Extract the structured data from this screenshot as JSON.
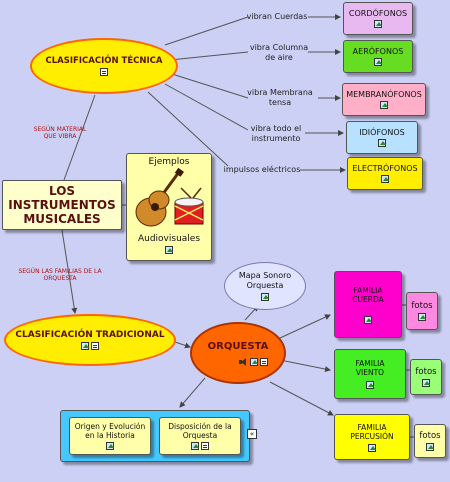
{
  "main": {
    "title": "LOS INSTRUMENTOS MUSICALES"
  },
  "tecnica": {
    "title": "CLASIFICACIÓN TÉCNICA",
    "link_label": "SEGÚN MATERIAL QUE VIBRA",
    "branches": [
      {
        "label": "vibran Cuerdas",
        "node": "CORDÓFONOS"
      },
      {
        "label": "vibra Columna de aire",
        "node": "AERÓFONOS"
      },
      {
        "label": "vibra Membrana tensa",
        "node": "MEMBRANÓFONOS"
      },
      {
        "label": "vibra todo el instrumento",
        "node": "IDIÓFONOS"
      },
      {
        "label": "impulsos eléctricos",
        "node": "ELECTRÓFONOS"
      }
    ]
  },
  "ejemplos": {
    "top": "Ejemplos",
    "bottom": "Audiovisuales"
  },
  "tradicional": {
    "title": "CLASIFICACIÓN TRADICIONAL",
    "link_label": "SEGÚN LAS FAMILIAS DE LA ORQUESTA"
  },
  "orquesta": {
    "title": "ORQUESTA"
  },
  "mapa": {
    "label": "Mapa Sonoro Orquesta"
  },
  "familias": [
    {
      "label": "FAMILIA CUERDA",
      "fotos": "fotos"
    },
    {
      "label": "FAMILIA VIENTO",
      "fotos": "fotos"
    },
    {
      "label": "FAMILIA PERCUSIÓN",
      "fotos": "fotos"
    }
  ],
  "historia": {
    "origen": "Origen y Evolución en la Historia",
    "disposicion": "Disposición de la Orquesta"
  },
  "colors": {
    "background": "#ccd0f4",
    "oval_fill": "#ffee00",
    "oval_border": "#ff6600",
    "cordofonos": "#e8b8f0",
    "aerofonos": "#66dd22",
    "membranofonos": "#ffb0c8",
    "idiofonos": "#b8e0ff",
    "electrofonos": "#ffee00",
    "orquesta": "#ff6600",
    "cuerda": "#ff00cc",
    "viento": "#44ee22",
    "percusion": "#ffff00",
    "historia_panel": "#44c8ff"
  }
}
